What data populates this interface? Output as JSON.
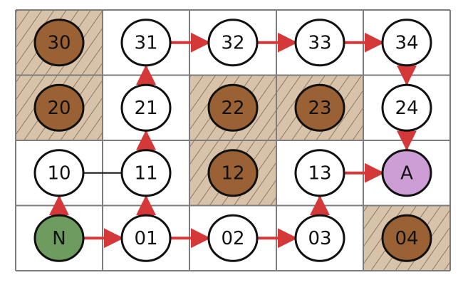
{
  "grid": {
    "rows": [
      [
        "30",
        "31",
        "32",
        "33",
        "34"
      ],
      [
        "20",
        "21",
        "22",
        "23",
        "24"
      ],
      [
        "10",
        "11",
        "12",
        "13",
        "A"
      ],
      [
        "N",
        "01",
        "02",
        "03",
        "04"
      ]
    ]
  },
  "blocked": [
    "30",
    "20",
    "22",
    "23",
    "12",
    "04"
  ],
  "start": "N",
  "goal": "A",
  "edges": [
    {
      "from": "N",
      "to": "10",
      "directed": true
    },
    {
      "from": "N",
      "to": "01",
      "directed": true
    },
    {
      "from": "10",
      "to": "11",
      "directed": false
    },
    {
      "from": "01",
      "to": "11",
      "directed": true
    },
    {
      "from": "11",
      "to": "21",
      "directed": true
    },
    {
      "from": "21",
      "to": "31",
      "directed": true
    },
    {
      "from": "31",
      "to": "32",
      "directed": true
    },
    {
      "from": "32",
      "to": "33",
      "directed": true
    },
    {
      "from": "33",
      "to": "34",
      "directed": true
    },
    {
      "from": "34",
      "to": "24",
      "directed": true
    },
    {
      "from": "24",
      "to": "A",
      "directed": true
    },
    {
      "from": "01",
      "to": "02",
      "directed": true
    },
    {
      "from": "02",
      "to": "03",
      "directed": true
    },
    {
      "from": "03",
      "to": "13",
      "directed": true
    },
    {
      "from": "13",
      "to": "A",
      "directed": true
    }
  ],
  "colors": {
    "grid_line": "#7d7d7d",
    "blocked_fill": "#d8c3aa",
    "blocked_hatch": "#8c7a66",
    "blocked_node": "#9a6234",
    "free_node": "#ffffff",
    "start_node": "#6e9c5e",
    "goal_node": "#cd9ed6",
    "edge_arrow": "#d43838",
    "edge_plain": "#111111",
    "outline": "#111111"
  }
}
